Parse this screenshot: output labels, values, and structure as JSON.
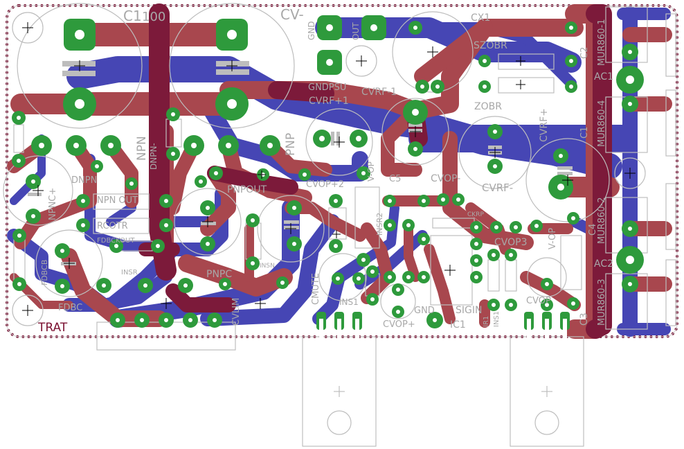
{
  "board": {
    "title": "TRAT",
    "colors": {
      "top_copper": "#a8474e",
      "bottom_copper": "#4646b4",
      "overlap": "#7c1a3a",
      "pads": "#2e9a3c",
      "silkscreen": "#bdbdbd",
      "outline_dots": "#7c1a3a"
    }
  },
  "labels": {
    "c1_top": "C1",
    "pos100": "100",
    "cv_minus": "CV-",
    "gnd": "GND",
    "out": "OUT",
    "gndpsu": "GNDPSU",
    "cvrf_m1": "CVRF-1",
    "cvrf_p1": "CVRF+1",
    "cx1": "CX1",
    "szobr": "SZOBR",
    "zobr": "ZOBR",
    "cvrf_plus": "CVRF+",
    "cvrf_minus": "CVRF-",
    "mur1": "MUR860-1",
    "mur4": "MUR860-4",
    "mur2": "MUR860-2",
    "mur3": "MUR860-3",
    "ac1": "AC1",
    "ac2": "AC2",
    "c1_right": "C1",
    "c2": "C2",
    "c3": "C3",
    "c4": "C4",
    "c5": "C5",
    "npn": "NPN",
    "pnp": "PNP",
    "dnpn_m": "DNPN-",
    "dnpn": "DNPN",
    "npnout": "NPNOUT",
    "pnpout": "PNPOUT",
    "rcotr": "RCOTR",
    "npnc_plus": "NPNC+",
    "pnpc": "PNPC",
    "cvop_p2": "CVOP+2",
    "cvop_minus": "CVOP-",
    "v_op_top": "V-OP",
    "cvop": "CVOP",
    "v_op": "V-OP",
    "insr2": "INSR2",
    "fdbcb": "FDBCB",
    "fdbc": "FDBC",
    "cmute": "CMUTE",
    "cvlim": "CVLIM",
    "sigin": "SIGIN",
    "ic1": "IC1",
    "gnd_bottom": "GND",
    "cvop_plus": "CVOP+",
    "cvop3": "CVOP3",
    "ins1": "INS1",
    "ins2_small": "INSN",
    "fdbckout": "FDBCKOUT",
    "insr": "INSR",
    "npnout_small": "NPN OUT",
    "ir1": "IR1",
    "ins1_v": "INS1",
    "ckrp": "CKRP"
  }
}
